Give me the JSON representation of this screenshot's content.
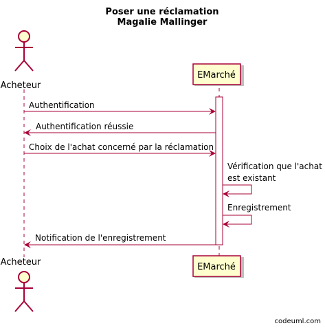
{
  "title": {
    "line1": "Poser une réclamation",
    "line2": "Magalie Mallinger"
  },
  "participants": {
    "actor": {
      "name": "Acheteur"
    },
    "system": {
      "name": "EMarché"
    }
  },
  "messages": [
    {
      "from": "actor",
      "to": "system",
      "label": "Authentification",
      "style": "request"
    },
    {
      "from": "system",
      "to": "actor",
      "label": "Authentification réussie",
      "style": "reply"
    },
    {
      "from": "actor",
      "to": "system",
      "label": "Choix de l'achat concerné par la réclamation",
      "style": "request"
    },
    {
      "from": "system",
      "to": "system",
      "label_lines": [
        "Vérification que l'achat",
        "est existant"
      ],
      "style": "self"
    },
    {
      "from": "system",
      "to": "system",
      "label_lines": [
        "Enregistrement"
      ],
      "style": "self"
    },
    {
      "from": "system",
      "to": "actor",
      "label": "Notification de l'enregistrement",
      "style": "reply"
    }
  ],
  "watermark": "codeuml.com",
  "colors": {
    "arrow": "#A80036",
    "box_fill": "#FEFECE",
    "box_border": "#A80036",
    "activation_fill": "#FFFFFF",
    "lifeline": "#A80036"
  }
}
